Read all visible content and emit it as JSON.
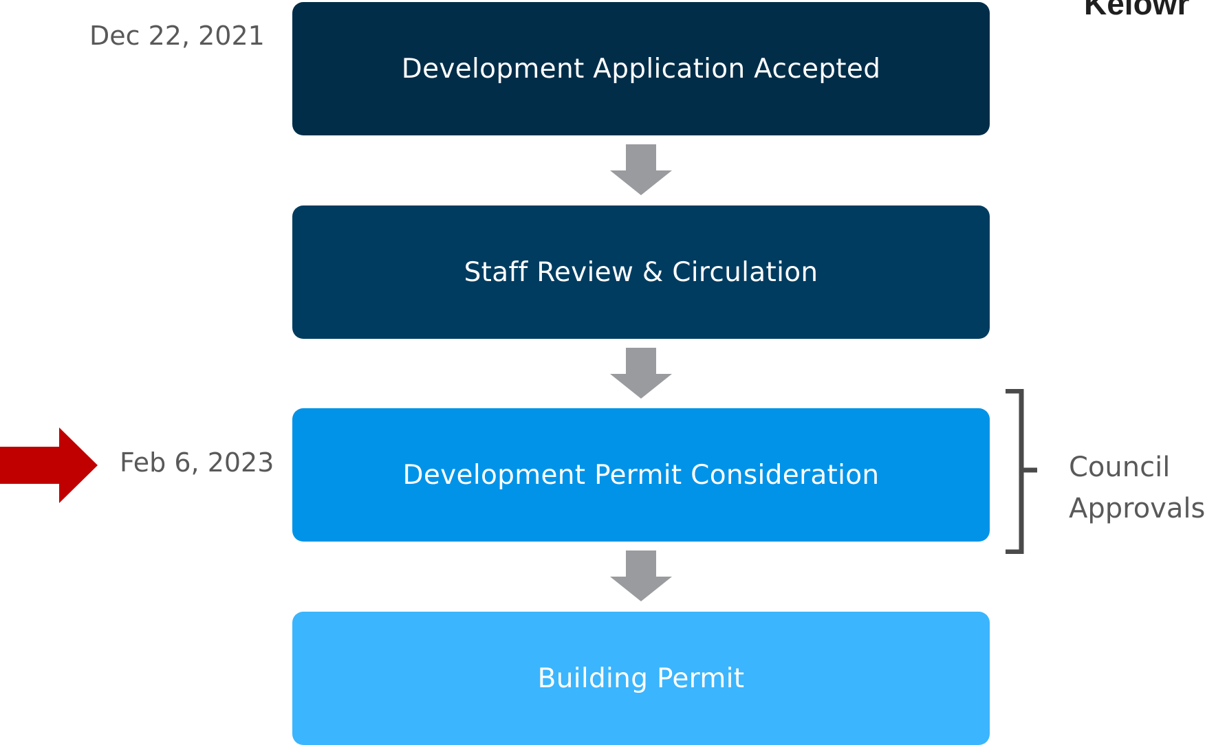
{
  "header": {
    "logo_text": "Kelowr"
  },
  "steps": [
    {
      "label": "Development Application Accepted",
      "color": "#012d49"
    },
    {
      "label": "Staff Review & Circulation",
      "color": "#003c60"
    },
    {
      "label": "Development Permit Consideration",
      "color": "#0093e8"
    },
    {
      "label": "Building Permit",
      "color": "#3bb5fd"
    }
  ],
  "dates": {
    "application_accepted": "Dec 22, 2021",
    "permit_consideration": "Feb 6, 2023"
  },
  "side_label": {
    "line1": "Council",
    "line2": "Approvals"
  },
  "colors": {
    "connector_arrow": "#9a9b9e",
    "pointer_arrow": "#c00000",
    "bracket": "#4a4a4a",
    "label_text": "#595959"
  },
  "icons": {
    "pointer": "right-arrow-icon",
    "connector": "down-arrow-icon",
    "bracket": "right-brace-icon"
  }
}
